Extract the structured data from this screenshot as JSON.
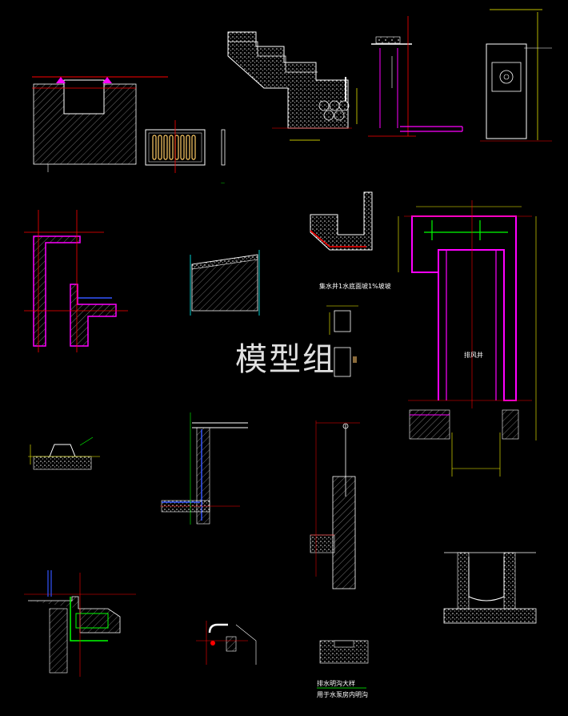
{
  "watermark": {
    "text": "模型组"
  },
  "labels": {
    "drain_note": "集水井1水底面坡1%坡坡",
    "vent_shaft": "排风井",
    "floor_note_1": "排水明沟大样",
    "floor_note_2": "用于水泵房内明沟"
  },
  "colors": {
    "background": "#000000",
    "line_white": "#ffffff",
    "line_red": "#ff0000",
    "line_yellow": "#ffff00",
    "line_magenta": "#ff00ff",
    "line_green": "#00ff00",
    "line_blue": "#3355ff",
    "line_cyan": "#00ffff"
  }
}
